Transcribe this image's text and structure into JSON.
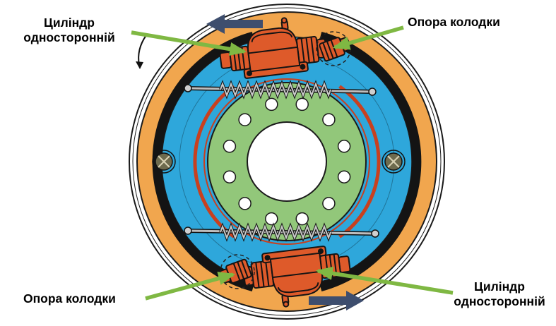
{
  "diagram": {
    "title": "drum-brake-mechanism",
    "labels": {
      "cylinder_top": "Циліндр односторонній",
      "shoe_support_top": "Опора колодки",
      "shoe_support_bottom": "Опора колодки",
      "cylinder_bottom": "Циліндр односторонній"
    },
    "colors": {
      "background": "#FFFFFF",
      "drum": "#F1A64E",
      "shoe": "#2EA7DB",
      "plate": "#92C77A",
      "cylinder": "#DE5A2A",
      "shoe_rim": "#C8401F",
      "lining": "#141414",
      "direction_arrow": "#3E4E6E",
      "pointer": "#7FB843",
      "spring": "#C9C9C9"
    }
  }
}
